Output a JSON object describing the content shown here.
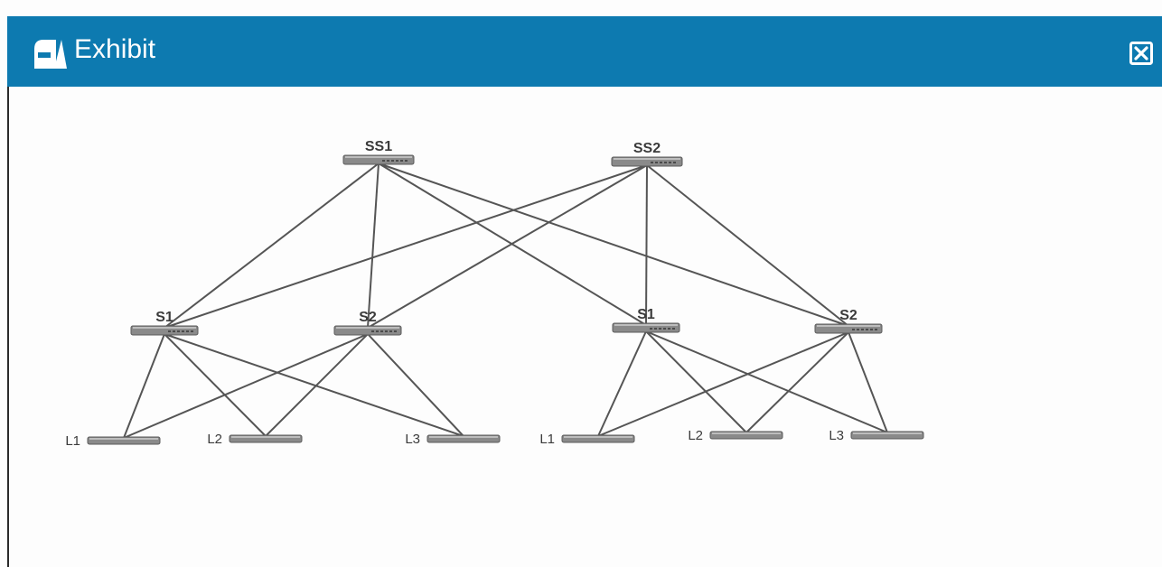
{
  "window": {
    "title": "Exhibit",
    "title_icon": "exhibit-icon",
    "close_icon": "close-icon"
  },
  "colors": {
    "titlebar": "#0d7ab0",
    "title_text": "#ffffff",
    "link_line": "#555555",
    "switch_body": "#8a8a8a"
  },
  "diagram": {
    "nodes": [
      {
        "id": "ss1",
        "label": "SS1",
        "tier": "super-spine"
      },
      {
        "id": "ss2",
        "label": "SS2",
        "tier": "super-spine"
      },
      {
        "id": "a_s1",
        "label": "S1",
        "tier": "spine",
        "pod": "left"
      },
      {
        "id": "a_s2",
        "label": "S2",
        "tier": "spine",
        "pod": "left"
      },
      {
        "id": "b_s1",
        "label": "S1",
        "tier": "spine",
        "pod": "right"
      },
      {
        "id": "b_s2",
        "label": "S2",
        "tier": "spine",
        "pod": "right"
      },
      {
        "id": "a_l1",
        "label": "L1",
        "tier": "leaf",
        "pod": "left"
      },
      {
        "id": "a_l2",
        "label": "L2",
        "tier": "leaf",
        "pod": "left"
      },
      {
        "id": "a_l3",
        "label": "L3",
        "tier": "leaf",
        "pod": "left"
      },
      {
        "id": "b_l1",
        "label": "L1",
        "tier": "leaf",
        "pod": "right"
      },
      {
        "id": "b_l2",
        "label": "L2",
        "tier": "leaf",
        "pod": "right"
      },
      {
        "id": "b_l3",
        "label": "L3",
        "tier": "leaf",
        "pod": "right"
      }
    ],
    "links": [
      [
        "ss1",
        "a_s1"
      ],
      [
        "ss1",
        "a_s2"
      ],
      [
        "ss1",
        "b_s1"
      ],
      [
        "ss1",
        "b_s2"
      ],
      [
        "ss2",
        "a_s1"
      ],
      [
        "ss2",
        "a_s2"
      ],
      [
        "ss2",
        "b_s1"
      ],
      [
        "ss2",
        "b_s2"
      ],
      [
        "a_s1",
        "a_l1"
      ],
      [
        "a_s1",
        "a_l2"
      ],
      [
        "a_s1",
        "a_l3"
      ],
      [
        "a_s2",
        "a_l1"
      ],
      [
        "a_s2",
        "a_l2"
      ],
      [
        "a_s2",
        "a_l3"
      ],
      [
        "b_s1",
        "b_l1"
      ],
      [
        "b_s1",
        "b_l2"
      ],
      [
        "b_s1",
        "b_l3"
      ],
      [
        "b_s2",
        "b_l1"
      ],
      [
        "b_s2",
        "b_l2"
      ],
      [
        "b_s2",
        "b_l3"
      ]
    ]
  }
}
